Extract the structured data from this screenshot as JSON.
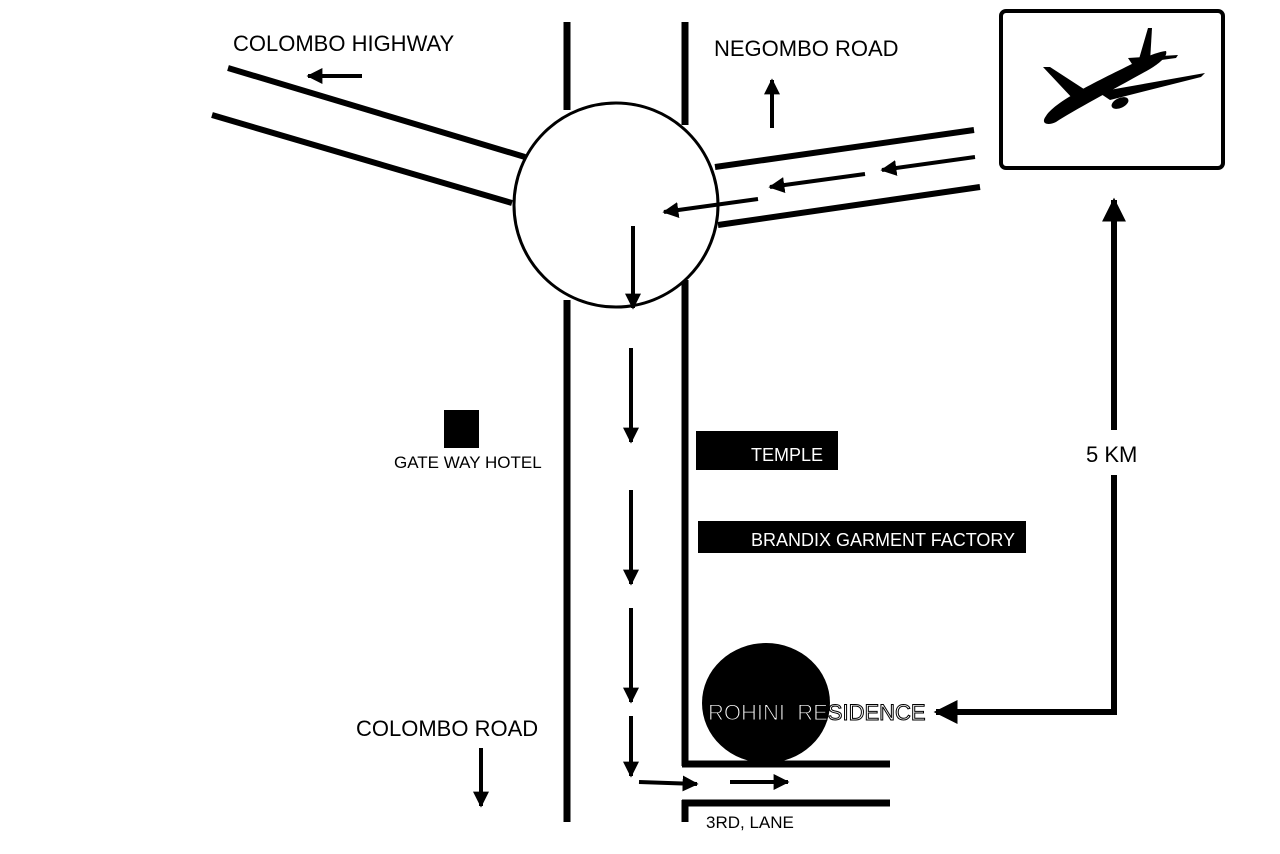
{
  "labels": {
    "colombo_highway": "COLOMBO HIGHWAY",
    "negombo_road": "NEGOMBO ROAD",
    "colombo_road": "COLOMBO ROAD",
    "gateway_hotel": "GATE WAY HOTEL",
    "temple": "TEMPLE",
    "brandix": "BRANDIX GARMENT FACTORY",
    "rohini": "ROHINI  RESIDENCE",
    "distance": "5 KM",
    "third_lane": "3RD, LANE"
  },
  "icons": {
    "airport": "airplane-icon",
    "hotel": "square-marker-icon",
    "roundabout": "circle-roundabout-icon"
  },
  "colors": {
    "ink": "#000000",
    "paper": "#ffffff"
  }
}
